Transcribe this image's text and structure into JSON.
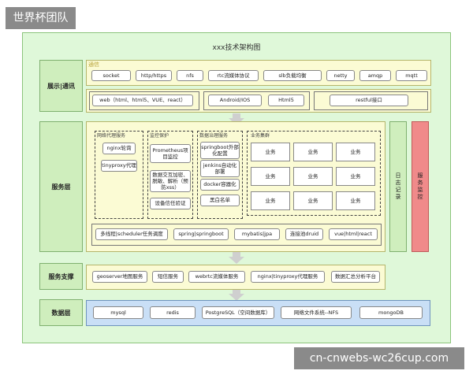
{
  "watermark_top": "世界杯团队",
  "watermark_bottom": "cn-cnwebs-wc26cup.com",
  "diagram_title": "xxx技术架构图",
  "layers": {
    "display": "展示|通讯",
    "service": "服务层",
    "support": "服务支撑",
    "data": "数据层"
  },
  "comm": {
    "label": "通信",
    "items": [
      "socket",
      "http/https",
      "nfs",
      "rtc流媒体协议",
      "slb负载均衡",
      "netty",
      "amqp",
      "mqtt"
    ]
  },
  "frontend": {
    "web": "web（html、html5、VUE、react）",
    "mobile": "Android/IOS",
    "h5": "Html5",
    "restful": "restful接口"
  },
  "service": {
    "proxy": {
      "label": "网络代理服务",
      "items": [
        "nginx轮询",
        "tinyproxy代理"
      ]
    },
    "monitor": {
      "label": "监控保护",
      "items": [
        "Prometheus项目监控",
        "数据交互加密、脱敏、解析（预防xss）",
        "设备信任验证"
      ]
    },
    "deploy": {
      "label": "数据治理服务",
      "items": [
        "springboot外部化配置",
        "jenkins自动化部署",
        "docker容器化",
        "黑白名单"
      ]
    },
    "cluster": {
      "label": "业务集群",
      "item": "业务"
    },
    "bottom": [
      "多线程|scheduler任务调度",
      "spring|springboot",
      "mybatis|jpa",
      "连接池druid",
      "vue|html|react"
    ]
  },
  "side": {
    "log": "日志记录",
    "monitor": "服务监控"
  },
  "support": [
    "geoserver地图服务",
    "短信服务",
    "webrtc流媒体服务",
    "nginx|tinyproxy代理服务",
    "数据汇总分析平台"
  ],
  "data_layer": [
    "mysql",
    "redis",
    "PostgreSQL（空间数据库）",
    "网络文件系统--NFS",
    "mongoDB"
  ],
  "colors": {
    "frame": "#dff8d9",
    "row": "#fbfbd4",
    "data_row": "#c9dff6",
    "side_log": "#cfeebd",
    "side_monitor": "#f08a8a"
  }
}
